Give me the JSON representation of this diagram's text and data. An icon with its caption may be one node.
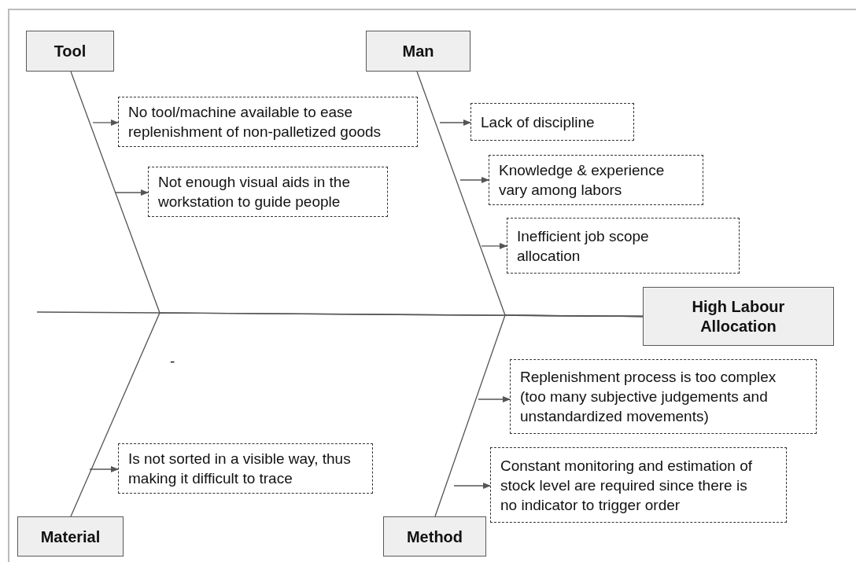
{
  "diagram": {
    "nodes": [
      {
        "text": [
          "Tool"
        ]
      },
      {
        "text": [
          "Man"
        ]
      },
      {
        "text": [
          "No tool/machine available to ease replenishment of non-palletized goods"
        ]
      },
      {
        "text": [
          "Not enough visual aids in the workstation to guide people"
        ]
      },
      {
        "text": [
          "Lack of discipline"
        ]
      },
      {
        "text": [
          "Knowledge & experience vary among labors"
        ]
      },
      {
        "text": [
          "Inefficient job scope allocation"
        ]
      },
      {
        "text": [
          "High Labour Allocation"
        ]
      },
      {
        "text": [
          "Replenishment process is too complex (too many subjective judgements and unstandardized movements)"
        ]
      },
      {
        "text": [
          "Constant monitoring and estimation of stock level are required since there is no indicator to trigger order"
        ]
      },
      {
        "text": [
          "Is not sorted in a visible way, thus making it difficult to trace"
        ]
      },
      {
        "text": [
          "Material"
        ]
      },
      {
        "text": [
          "Method"
        ]
      }
    ],
    "edges": [
      {
        "from": 0,
        "to": 7,
        "arrow": "none"
      },
      {
        "from": 1,
        "to": 7,
        "arrow": "none"
      },
      {
        "from": 11,
        "to": 7,
        "arrow": "none"
      },
      {
        "from": 12,
        "to": 7,
        "arrow": "none"
      },
      {
        "from": null,
        "to": 2,
        "arrow": "to"
      },
      {
        "from": null,
        "to": 3,
        "arrow": "to"
      },
      {
        "from": null,
        "to": 4,
        "arrow": "to"
      },
      {
        "from": null,
        "to": 5,
        "arrow": "to"
      },
      {
        "from": null,
        "to": 6,
        "arrow": "to"
      },
      {
        "from": null,
        "to": 8,
        "arrow": "to"
      },
      {
        "from": null,
        "to": 9,
        "arrow": "to"
      },
      {
        "from": null,
        "to": 10,
        "arrow": "to"
      }
    ],
    "labels": [
      "-"
    ]
  }
}
